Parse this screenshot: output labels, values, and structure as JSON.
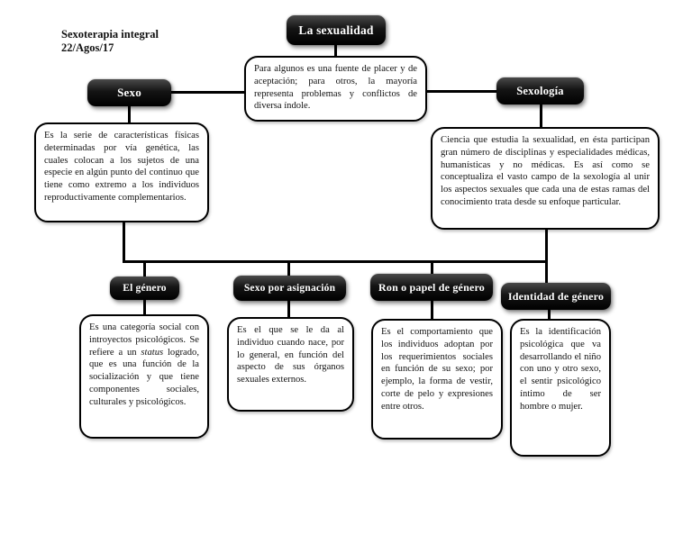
{
  "header": {
    "note": "Sexoterapia integral\n22/Agos/17"
  },
  "nodes": {
    "la_sexualidad": {
      "label": "La sexualidad"
    },
    "sexo": {
      "label": "Sexo"
    },
    "sexologia": {
      "label": "Sexología"
    },
    "el_genero": {
      "label": "El género"
    },
    "sexo_por_asignacion": {
      "label": "Sexo por asignación"
    },
    "ron_o_papel_de_genero": {
      "label": "Ron o papel de género"
    },
    "identidad_de_genero": {
      "label": "Identidad de género"
    }
  },
  "cards": {
    "sexualidad_desc": {
      "text": "Para algunos es una fuente de placer y de aceptación; para otros, la mayoría representa problemas y conflictos de diversa índole."
    },
    "sexo_desc": {
      "text": "Es la serie de características físicas determinadas por vía genética, las cuales colocan a los sujetos de una especie en algún punto del continuo que tiene como extremo a los individuos reproductivamente complementarios."
    },
    "sexologia_desc": {
      "text": "Ciencia que estudia la sexualidad, en ésta participan gran número de disciplinas y especialidades médicas, humanísticas y no médicas. Es así como se conceptualiza el vasto campo de la sexología al unir los aspectos sexuales que cada una de estas ramas del conocimiento trata desde su enfoque particular."
    },
    "genero_desc": {
      "part1": "Es una categoría social con introyectos psicológicos. Se refiere a un ",
      "italic_word": "status",
      "part2": " logrado, que es una función de la socialización y que tiene componentes sociales, culturales y psicológicos."
    },
    "asignacion_desc": {
      "text": "Es el que se le da al individuo cuando nace, por lo general, en función del aspecto de sus órganos sexuales externos."
    },
    "ron_desc": {
      "text": "Es el comportamiento que los individuos adoptan por los requerimientos sociales en función de su sexo; por ejemplo, la forma de vestir, corte de pelo y expresiones entre otros."
    },
    "identidad_desc": {
      "text": "Es la identificación psicológica que va desarrollando el niño con uno y otro sexo, el sentir psicológico íntimo de ser hombre o mujer."
    }
  },
  "colors": {
    "node_background": "#0a0a0a",
    "node_text": "#ffffff",
    "card_border": "#000000",
    "page_background": "#ffffff"
  }
}
